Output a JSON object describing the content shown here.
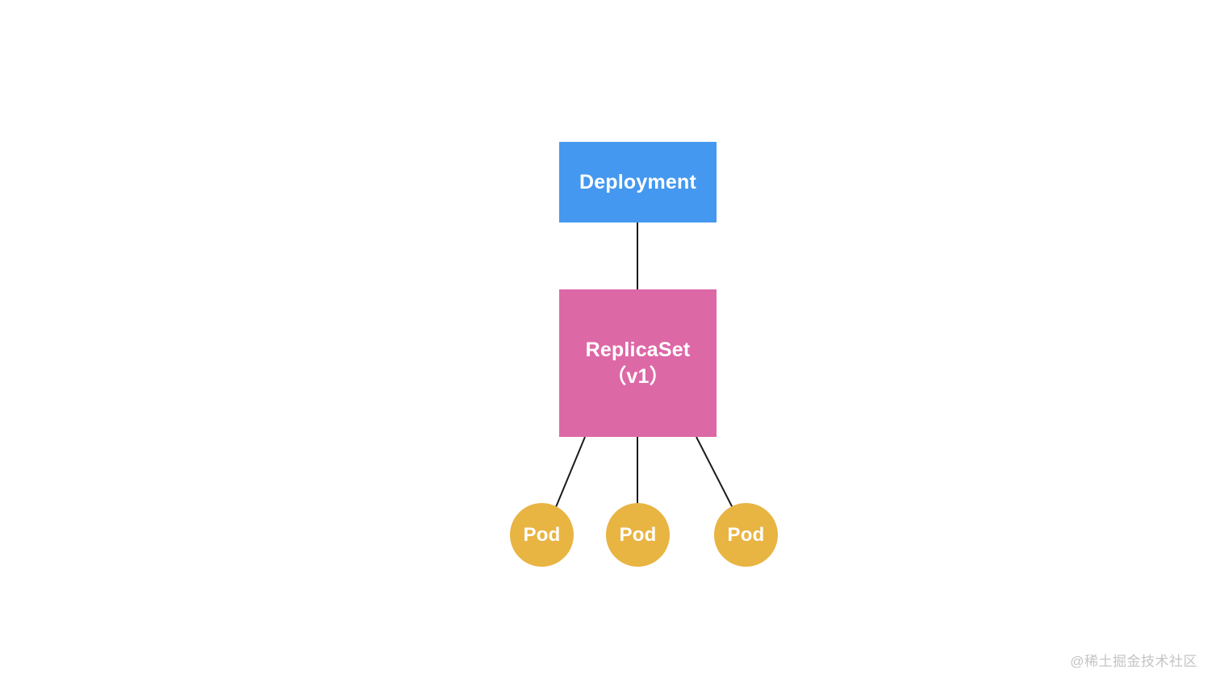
{
  "diagram": {
    "background_color": "#ffffff",
    "connector_color": "#1b1b1b",
    "nodes": {
      "deployment": {
        "label": "Deployment",
        "shape": "rectangle",
        "color": "#4598EF"
      },
      "replicaset": {
        "label_line1": "ReplicaSet",
        "label_line2": "（v1）",
        "shape": "rectangle",
        "color": "#DD68A6"
      },
      "pods": [
        {
          "label": "Pod",
          "shape": "circle",
          "color": "#E8B442"
        },
        {
          "label": "Pod",
          "shape": "circle",
          "color": "#E8B442"
        },
        {
          "label": "Pod",
          "shape": "circle",
          "color": "#E8B442"
        }
      ]
    },
    "edges": [
      {
        "from": "deployment",
        "to": "replicaset"
      },
      {
        "from": "replicaset",
        "to": "pod-1"
      },
      {
        "from": "replicaset",
        "to": "pod-2"
      },
      {
        "from": "replicaset",
        "to": "pod-3"
      }
    ]
  },
  "watermark": {
    "text": "@稀土掘金技术社区",
    "color": "#c4c4c4"
  }
}
